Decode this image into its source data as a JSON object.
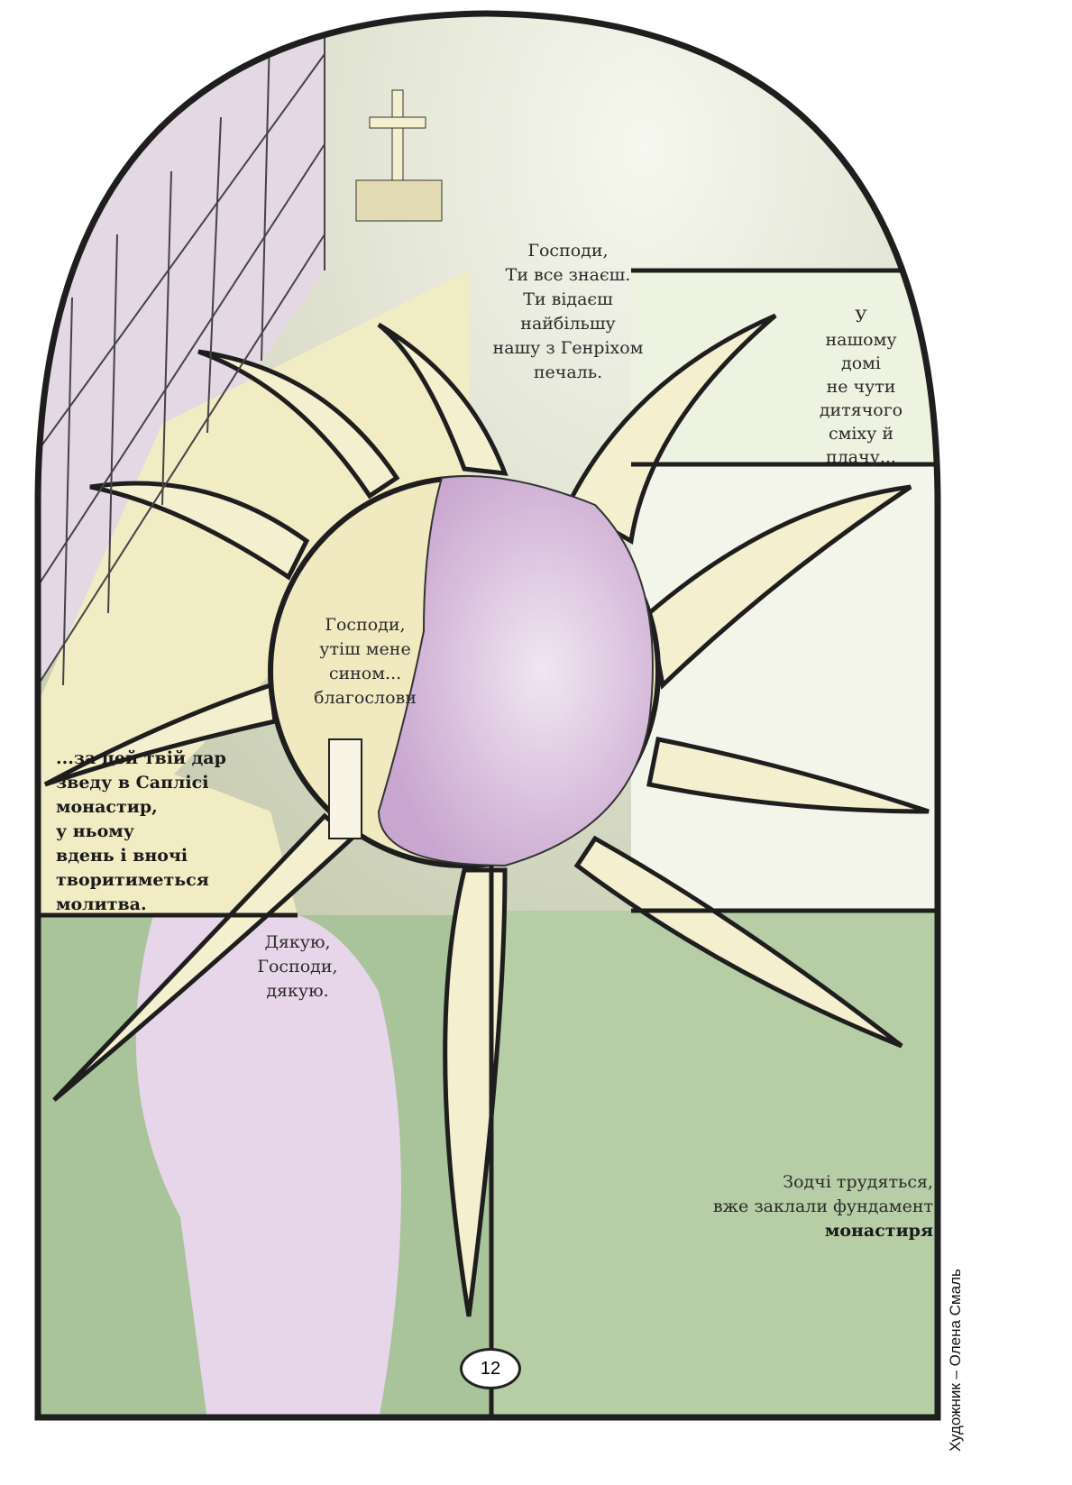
{
  "page_number": "12",
  "credit": "Художник – Олена Смаль",
  "captions": {
    "top_center": [
      "Господи,",
      "Ти все знаєш.",
      "Ти відаєш",
      "найбільшу",
      "нашу з Генріхом",
      "печаль."
    ],
    "top_right": [
      "У",
      "нашому",
      "домі",
      "не чути",
      "дитячого",
      "сміху й",
      "плачу..."
    ],
    "center_circle": [
      "Господи,",
      "утіш мене",
      "сином...",
      "благослови"
    ],
    "left_middle": [
      "...за цей твій дар",
      "зведу в Саплісі",
      "монастир,",
      "у ньому",
      "вдень і вночі",
      "творитиметься",
      "молитва."
    ],
    "bottom_left": [
      "Дякую,",
      "Господи,",
      "дякую."
    ],
    "bottom_right": [
      "Зодчі трудяться,",
      "вже заклали фундамент",
      "монастиря"
    ]
  },
  "colors": {
    "cream": "#f1ecc4",
    "lilac": "#dcc6e0",
    "green": "#a9c39a",
    "pale_green": "#e4ecd6",
    "outline": "#1e1e1e"
  }
}
